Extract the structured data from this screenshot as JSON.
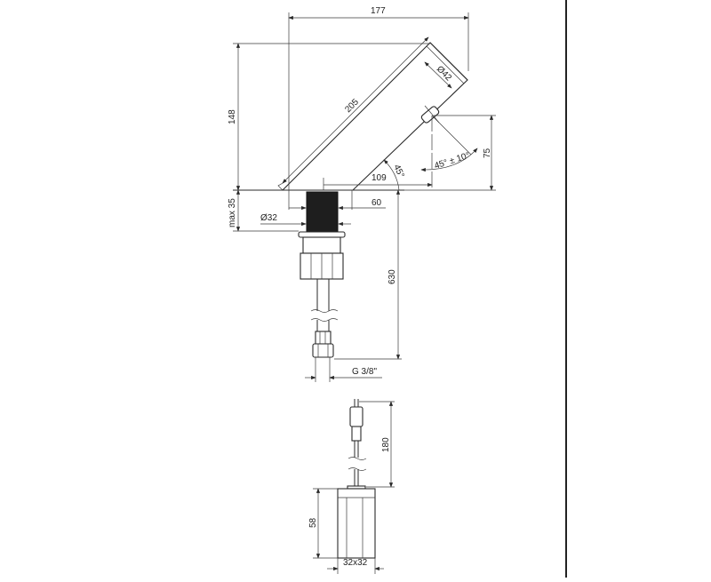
{
  "drawing": {
    "title": "Faucet technical drawing",
    "dimensions": {
      "width_total": "177",
      "height_total": "148",
      "spout_length": "205",
      "spout_diameter": "Ø42",
      "sensor_angle": "45° ± 10°",
      "sensor_height": "75",
      "body_angle": "45°",
      "reach": "109",
      "base_width": "60",
      "deck_thickness": "max 35",
      "shank_diameter": "Ø32",
      "hose_length": "630",
      "thread": "G 3/8\"",
      "cable_length": "180",
      "box_height": "58",
      "box_size": "32x32"
    }
  },
  "colors": {
    "line": "#2a2a2a",
    "dark_fill": "#1e1e1e",
    "background": "#ffffff"
  }
}
